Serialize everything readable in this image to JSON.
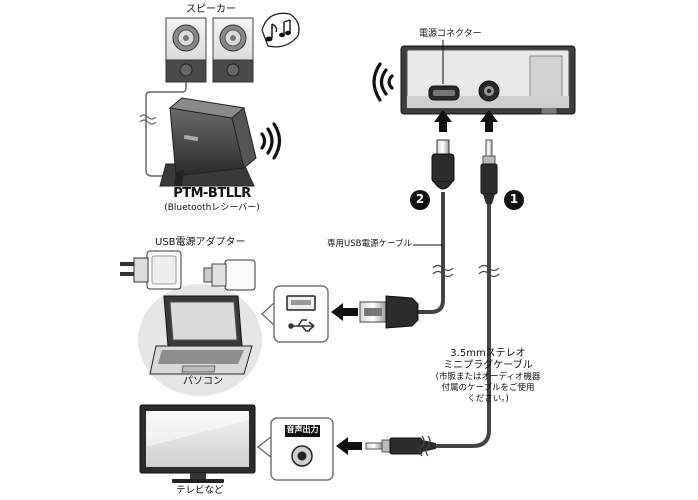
{
  "labels": {
    "speaker": "スピーカー",
    "power_connector": "電源コネクター",
    "receiver_name": "PTM-BTLLR",
    "receiver_desc": "(Bluetoothレシーバー)",
    "usb_adapter": "USB電源アダプター",
    "usb_cable": "専用USB電源ケーブル",
    "pc": "パソコン",
    "stereo_cable_line1": "3.5mmステレオ",
    "stereo_cable_line2": "ミニプラグケーブル",
    "stereo_note_line1": "(市販またはオーディオ機器",
    "stereo_note_line2": "付属のケーブルをご使用",
    "stereo_note_line3": "ください。)",
    "audio_out": "音声出力",
    "tv": "テレビなど"
  },
  "steps": {
    "one": "1",
    "two": "2"
  }
}
